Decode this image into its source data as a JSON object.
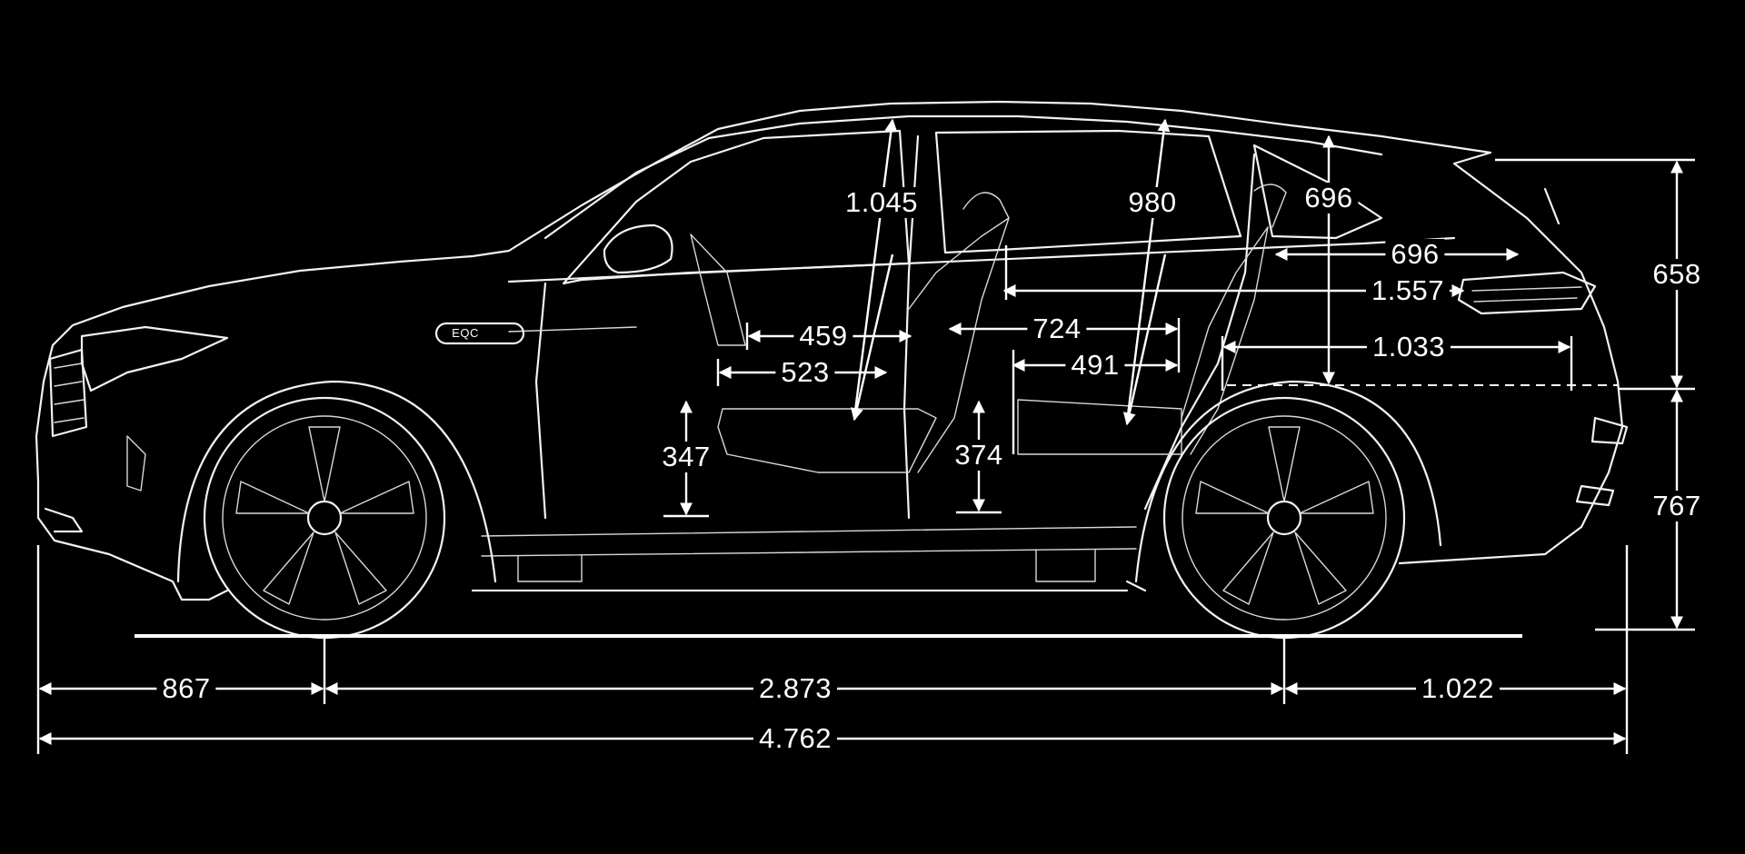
{
  "badge": "EQC",
  "dimensions": {
    "height_front_headroom": "1.045",
    "height_rear_headroom": "980",
    "trunk_height": "696",
    "trunk_width": "696",
    "shoulder_length": "1.557",
    "front_legroom_a": "459",
    "front_legroom_b": "523",
    "rear_length_a": "724",
    "rear_length_b": "491",
    "trunk_length": "1.033",
    "front_seat_height": "347",
    "rear_seat_height": "374",
    "upper_body_height": "658",
    "lower_body_height": "767",
    "front_overhang": "867",
    "wheelbase": "2.873",
    "rear_overhang": "1.022",
    "overall_length": "4.762"
  },
  "colors": {
    "background": "#000000",
    "lines": "#ffffff"
  }
}
